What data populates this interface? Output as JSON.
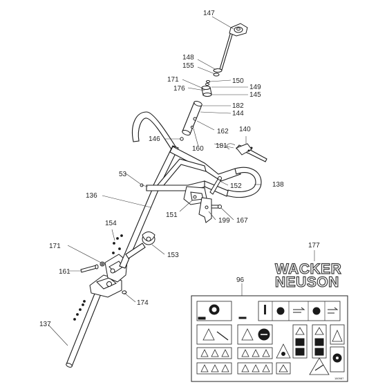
{
  "labels": {
    "l147": "147",
    "l148": "148",
    "l155": "155",
    "l150": "150",
    "l171a": "171",
    "l176": "176",
    "l149": "149",
    "l145": "145",
    "l182": "182",
    "l144": "144",
    "l140": "140",
    "l162": "162",
    "l146": "146",
    "l181": "181",
    "l160": "160",
    "l53": "53",
    "l152": "152",
    "l138": "138",
    "l136": "136",
    "l151": "151",
    "l199": "199",
    "l167": "167",
    "l154": "154",
    "l153": "153",
    "l171b": "171",
    "l161": "161",
    "l174": "174",
    "l137": "137",
    "l177": "177",
    "l96": "96"
  },
  "logo": {
    "line1": "WACKER",
    "line2": "NEUSON"
  },
  "decal_sheet": {
    "part_code": "180987"
  }
}
